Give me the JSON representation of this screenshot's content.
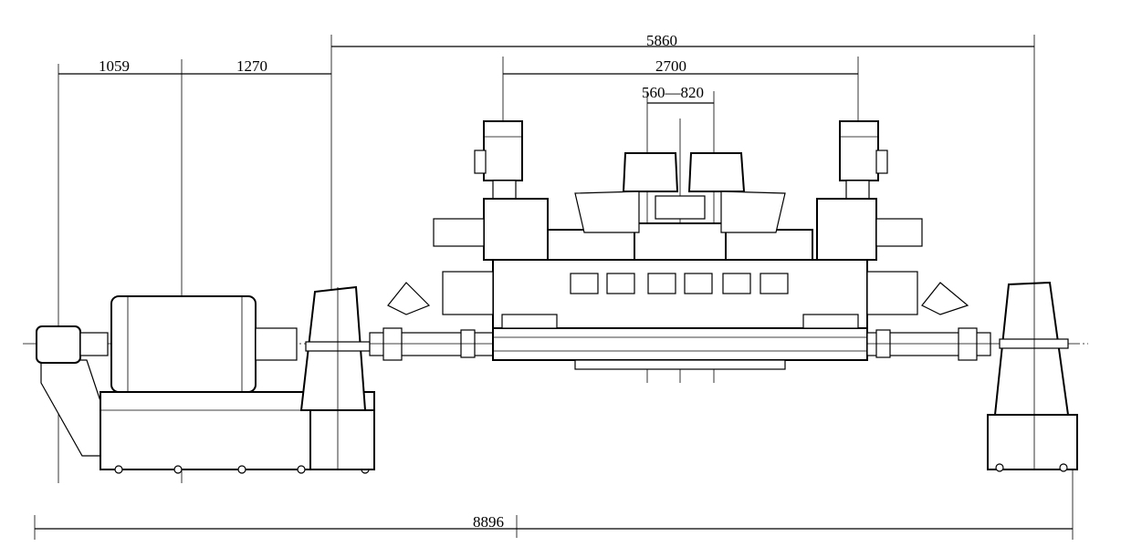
{
  "drawing": {
    "dimensions": {
      "overall_right": "5860",
      "left_motor": "1059",
      "left_gearbox": "1270",
      "head_spacing": "2700",
      "center_range": "560—820",
      "overall_length": "8896"
    }
  }
}
